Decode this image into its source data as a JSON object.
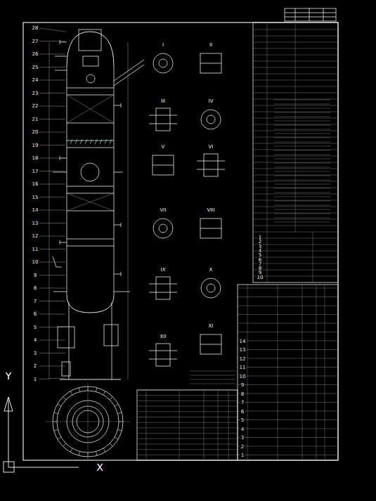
{
  "diagram": {
    "labels": [
      "28",
      "27",
      "26",
      "25",
      "24",
      "23",
      "22",
      "21",
      "20",
      "19",
      "18",
      "17",
      "16",
      "15",
      "14",
      "13",
      "12",
      "11",
      "10",
      "9",
      "8",
      "7",
      "6",
      "5",
      "4",
      "3",
      "2",
      "1",
      "Y",
      "X",
      "I",
      "II",
      "III",
      "IV",
      "V",
      "VI",
      "VII",
      "VIII",
      "IX",
      "X",
      "XI",
      "XII",
      "1",
      "2",
      "3",
      "4",
      "5",
      "6",
      "7",
      "8",
      "9",
      "10",
      "1",
      "2",
      "3",
      "4",
      "5",
      "6",
      "7",
      "8",
      "9",
      "10",
      "11",
      "12",
      "13",
      "14"
    ]
  }
}
